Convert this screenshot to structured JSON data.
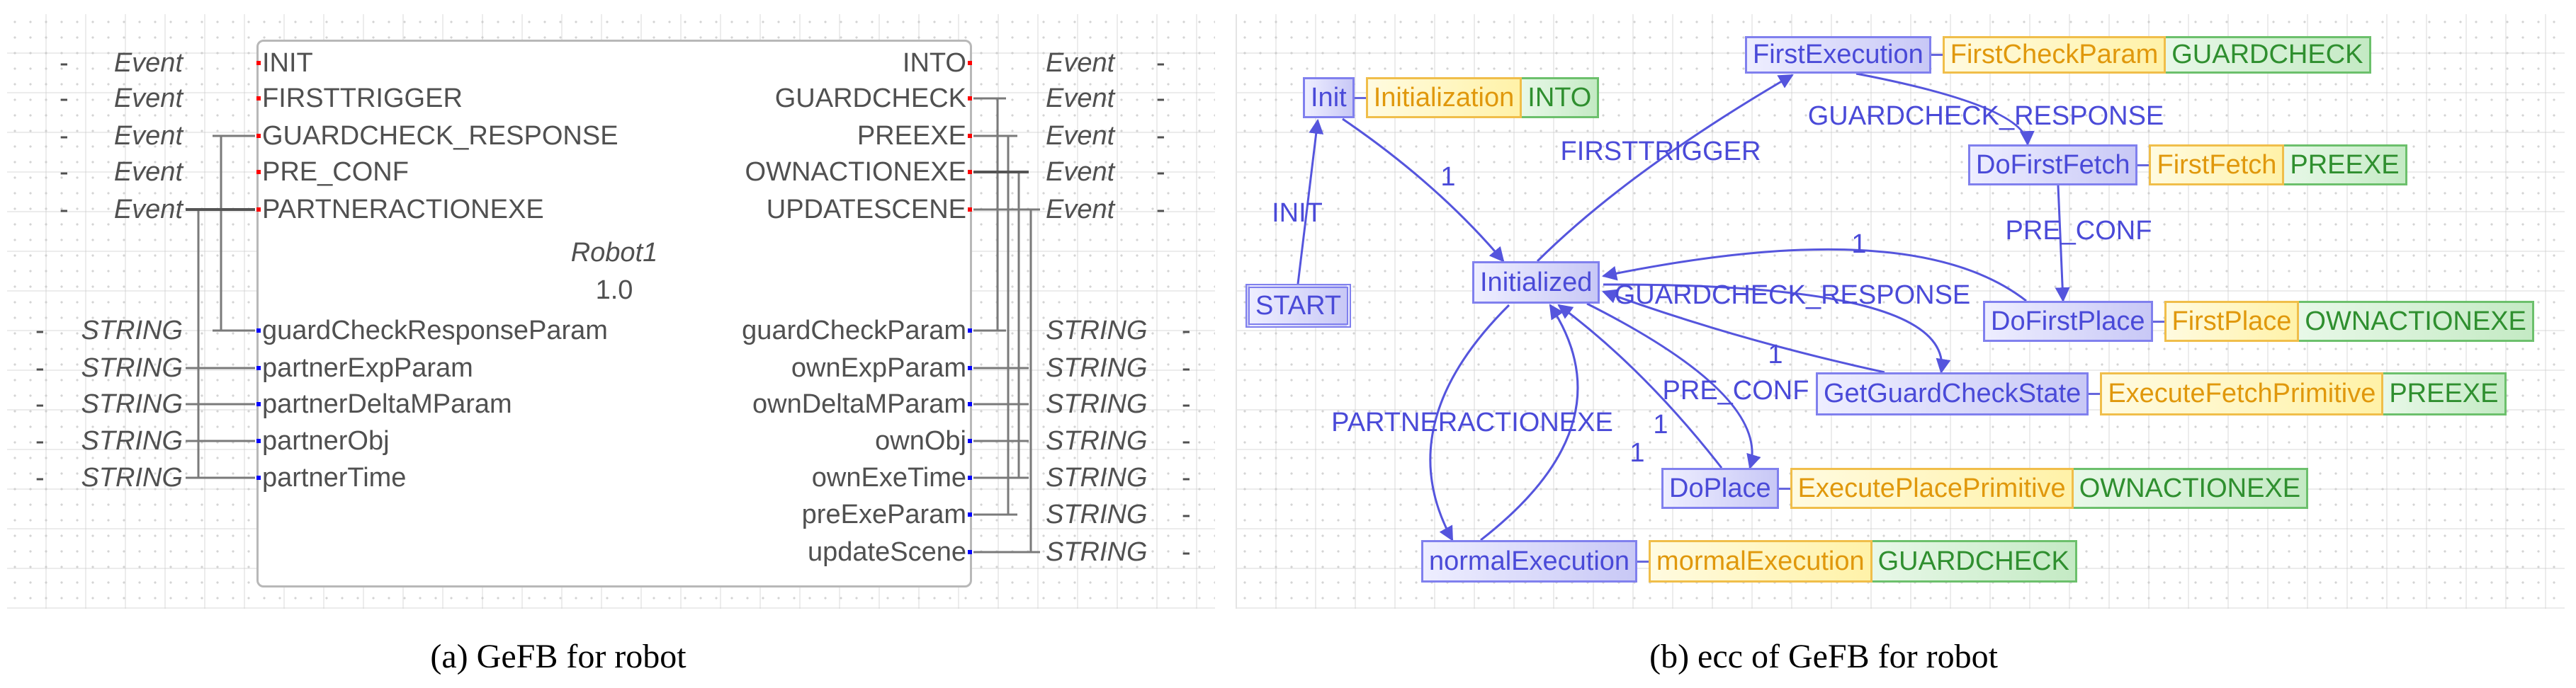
{
  "fb": {
    "instance_name": "Robot1",
    "version": "1.0",
    "event_inputs": [
      {
        "name": "INIT",
        "type": "Event",
        "value": "-"
      },
      {
        "name": "FIRSTTRIGGER",
        "type": "Event",
        "value": "-"
      },
      {
        "name": "GUARDCHECK_RESPONSE",
        "type": "Event",
        "value": "-"
      },
      {
        "name": "PRE_CONF",
        "type": "Event",
        "value": "-"
      },
      {
        "name": "PARTNERACTIONEXE",
        "type": "Event",
        "value": "-"
      }
    ],
    "event_outputs": [
      {
        "name": "INTO",
        "type": "Event",
        "value": "-"
      },
      {
        "name": "GUARDCHECK",
        "type": "Event",
        "value": "-"
      },
      {
        "name": "PREEXE",
        "type": "Event",
        "value": "-"
      },
      {
        "name": "OWNACTIONEXE",
        "type": "Event",
        "value": "-"
      },
      {
        "name": "UPDATESCENE",
        "type": "Event",
        "value": "-"
      }
    ],
    "data_inputs": [
      {
        "name": "guardCheckResponseParam",
        "type": "STRING",
        "value": "-"
      },
      {
        "name": "partnerExpParam",
        "type": "STRING",
        "value": "-"
      },
      {
        "name": "partnerDeltaMParam",
        "type": "STRING",
        "value": "-"
      },
      {
        "name": "partnerObj",
        "type": "STRING",
        "value": "-"
      },
      {
        "name": "partnerTime",
        "type": "STRING",
        "value": "-"
      }
    ],
    "data_outputs": [
      {
        "name": "guardCheckParam",
        "type": "STRING",
        "value": "-"
      },
      {
        "name": "ownExpParam",
        "type": "STRING",
        "value": "-"
      },
      {
        "name": "ownDeltaMParam",
        "type": "STRING",
        "value": "-"
      },
      {
        "name": "ownObj",
        "type": "STRING",
        "value": "-"
      },
      {
        "name": "ownExeTime",
        "type": "STRING",
        "value": "-"
      },
      {
        "name": "preExeParam",
        "type": "STRING",
        "value": "-"
      },
      {
        "name": "updateScene",
        "type": "STRING",
        "value": "-"
      }
    ],
    "colors": {
      "event_pin": "#ff0000",
      "data_pin": "#0000ff",
      "text": "#505050"
    }
  },
  "ecc": {
    "states": [
      {
        "name": "START",
        "initial": true
      },
      {
        "name": "Init",
        "algorithm": "Initialization",
        "output": "INTO"
      },
      {
        "name": "Initialized"
      },
      {
        "name": "FirstExecution",
        "algorithm": "FirstCheckParam",
        "output": "GUARDCHECK"
      },
      {
        "name": "DoFirstFetch",
        "algorithm": "FirstFetch",
        "output": "PREEXE"
      },
      {
        "name": "DoFirstPlace",
        "algorithm": "FirstPlace",
        "output": "OWNACTIONEXE"
      },
      {
        "name": "GetGuardCheckState",
        "algorithm": "ExecuteFetchPrimitive",
        "output": "PREEXE"
      },
      {
        "name": "DoPlace",
        "algorithm": "ExecutePlacePrimitive",
        "output": "OWNACTIONEXE"
      },
      {
        "name": "normalExecution",
        "algorithm": "mormalExecution",
        "output": "GUARDCHECK"
      }
    ],
    "transitions": [
      {
        "from": "START",
        "to": "Init",
        "condition": "INIT"
      },
      {
        "from": "Init",
        "to": "Initialized",
        "condition": "1"
      },
      {
        "from": "Initialized",
        "to": "FirstExecution",
        "condition": "FIRSTTRIGGER"
      },
      {
        "from": "FirstExecution",
        "to": "DoFirstFetch",
        "condition": "GUARDCHECK_RESPONSE"
      },
      {
        "from": "DoFirstFetch",
        "to": "DoFirstPlace",
        "condition": "PRE_CONF"
      },
      {
        "from": "DoFirstPlace",
        "to": "Initialized",
        "condition": "1"
      },
      {
        "from": "Initialized",
        "to": "GetGuardCheckState",
        "condition": "GUARDCHECK_RESPONSE"
      },
      {
        "from": "GetGuardCheckState",
        "to": "Initialized",
        "condition": "1"
      },
      {
        "from": "Initialized",
        "to": "DoPlace",
        "condition": "PRE_CONF"
      },
      {
        "from": "DoPlace",
        "to": "Initialized",
        "condition": "1"
      },
      {
        "from": "Initialized",
        "to": "normalExecution",
        "condition": "PARTNERACTIONEXE"
      },
      {
        "from": "normalExecution",
        "to": "Initialized",
        "condition": "1"
      }
    ],
    "colors": {
      "state": "#4a4ad8",
      "algorithm": "#e0980c",
      "output": "#2f8f2f"
    }
  },
  "captions": {
    "a": "(a) GeFB for robot",
    "b": "(b) ecc of GeFB for robot"
  }
}
